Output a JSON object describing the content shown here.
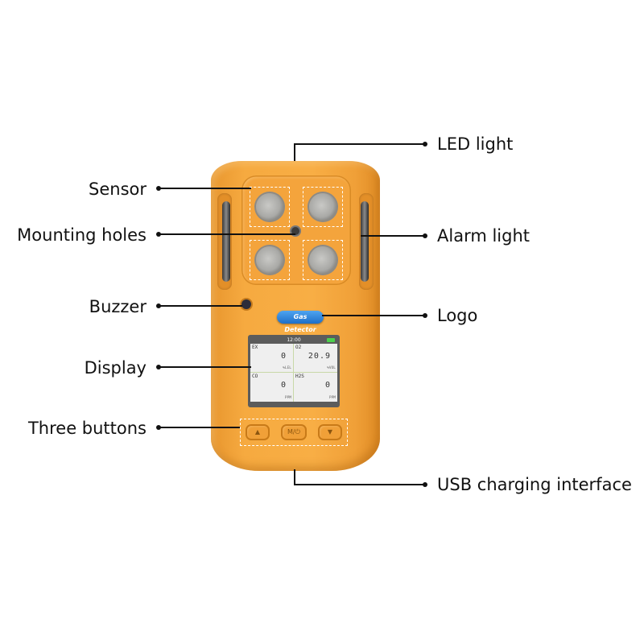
{
  "title": "Gas Detector component diagram",
  "device": {
    "logo_text": "Gas Detector",
    "colors": {
      "body": "#f4a43c",
      "logo": "#1e6fc8",
      "screen_bg": "#efefef"
    },
    "screen": {
      "time": "12:00",
      "cells": [
        {
          "gas": "EX",
          "value": "0",
          "unit": "%LEL"
        },
        {
          "gas": "O2",
          "value": "20.9",
          "unit": "%VOL"
        },
        {
          "gas": "CO",
          "value": "0",
          "unit": "PPM"
        },
        {
          "gas": "H2S",
          "value": "0",
          "unit": "PPM"
        }
      ]
    },
    "buttons": [
      {
        "label": "▲",
        "icon": "up-arrow-icon"
      },
      {
        "label": "M/⏻",
        "icon": "mode-power-icon"
      },
      {
        "label": "▼",
        "icon": "down-arrow-icon"
      }
    ]
  },
  "callouts": {
    "left": [
      {
        "label": "Sensor"
      },
      {
        "label": "Mounting holes"
      },
      {
        "label": "Buzzer"
      },
      {
        "label": "Display"
      },
      {
        "label": "Three buttons"
      }
    ],
    "right": [
      {
        "label": "LED light"
      },
      {
        "label": "Alarm light"
      },
      {
        "label": "Logo"
      },
      {
        "label": "USB charging interface"
      }
    ]
  }
}
